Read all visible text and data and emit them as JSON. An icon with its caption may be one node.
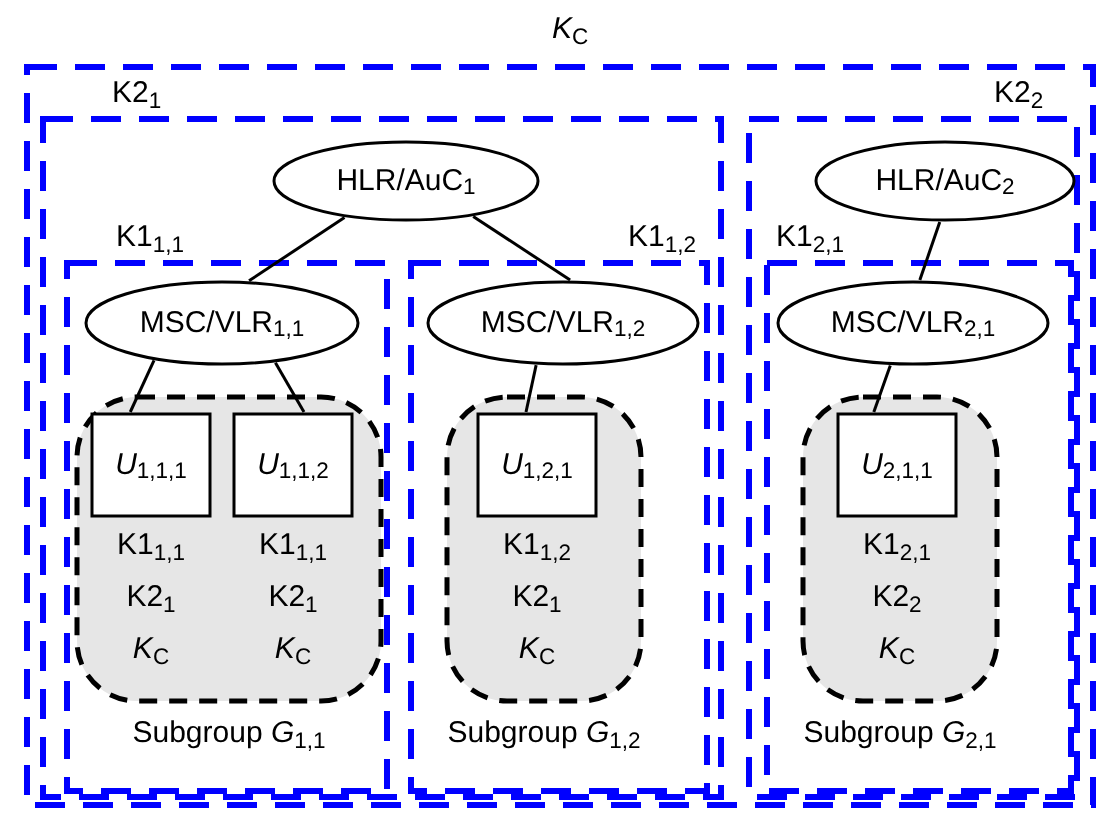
{
  "diagram": {
    "nodes": [
      {
        "text": [
          "*K*$_{C}$"
        ]
      },
      {
        "text": [
          "K2$_{1}$"
        ],
        "in": 0
      },
      {
        "text": [
          "HLR/AuC$_{1}$"
        ],
        "in": 1
      },
      {
        "text": [
          "K1$_{1,1}$"
        ],
        "in": 1
      },
      {
        "text": [
          "MSC/VLR$_{1,1}$"
        ],
        "in": 3
      },
      {
        "text": [
          "Subgroup *G*$_{1,1}$"
        ],
        "in": 3
      },
      {
        "text": [
          "*U*$_{1,1,1}$"
        ],
        "in": 5,
        "beside": [
          "K1$_{1,1}$",
          "K2$_{1}$",
          "*K*$_{C}$"
        ]
      },
      {
        "text": [
          "*U*$_{1,1,2}$"
        ],
        "in": 5,
        "beside": [
          "K1$_{1,1}$",
          "K2$_{1}$",
          "*K*$_{C}$"
        ]
      },
      {
        "text": [
          "K1$_{1,2}$"
        ],
        "in": 1
      },
      {
        "text": [
          "MSC/VLR$_{1,2}$"
        ],
        "in": 8
      },
      {
        "text": [
          "Subgroup *G*$_{1,2}$"
        ],
        "in": 8
      },
      {
        "text": [
          "*U*$_{1,2,1}$"
        ],
        "in": 10,
        "beside": [
          "K1$_{1,2}$",
          "K2$_{1}$",
          "*K*$_{C}$"
        ]
      },
      {
        "text": [
          "K2$_{2}$"
        ],
        "in": 0
      },
      {
        "text": [
          "HLR/AuC$_{2}$"
        ],
        "in": 12
      },
      {
        "text": [
          "K1$_{2,1}$"
        ],
        "in": 12
      },
      {
        "text": [
          "MSC/VLR$_{2,1}$"
        ],
        "in": 14
      },
      {
        "text": [
          "Subgroup *G*$_{2,1}$"
        ],
        "in": 14
      },
      {
        "text": [
          "*U*$_{2,1,1}$"
        ],
        "in": 16,
        "beside": [
          "K1$_{2,1}$",
          "K2$_{2}$",
          "*K*$_{C}$"
        ]
      }
    ],
    "edges": [
      {
        "from": 2,
        "to": 4,
        "arrow": "none"
      },
      {
        "from": 2,
        "to": 9,
        "arrow": "none"
      },
      {
        "from": 4,
        "to": 6,
        "arrow": "none"
      },
      {
        "from": 4,
        "to": 7,
        "arrow": "none"
      },
      {
        "from": 9,
        "to": 11,
        "arrow": "none"
      },
      {
        "from": 13,
        "to": 15,
        "arrow": "none"
      },
      {
        "from": 15,
        "to": 17,
        "arrow": "none"
      }
    ]
  }
}
